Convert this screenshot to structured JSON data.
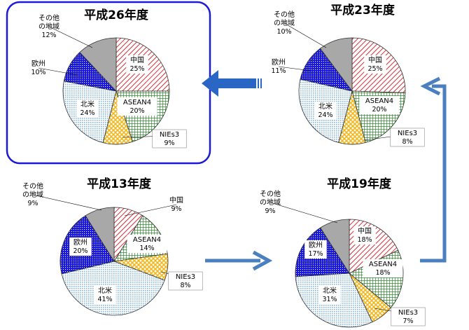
{
  "colors": {
    "china": "#d9303a",
    "asean4": "#2e8b2e",
    "nies3": "#f0b820",
    "namerica": "#8ab8e0",
    "europe": "#1a1ad8",
    "others": "#a8a8a8",
    "highlight_frame": "#1a1ad8",
    "arrow": "#4a7fc0"
  },
  "chart_data": [
    {
      "type": "pie",
      "title": "平成26年度",
      "slices": [
        {
          "label": "中国",
          "value": 25,
          "pct": "25%"
        },
        {
          "label": "ASEAN4",
          "value": 20,
          "pct": "20%"
        },
        {
          "label": "NIEs3",
          "value": 9,
          "pct": "9%"
        },
        {
          "label": "北米",
          "value": 24,
          "pct": "24%"
        },
        {
          "label": "欧州",
          "value": 10,
          "pct": "10%"
        },
        {
          "label": "その他の地域",
          "value": 12,
          "pct": "12%"
        }
      ]
    },
    {
      "type": "pie",
      "title": "平成23年度",
      "slices": [
        {
          "label": "中国",
          "value": 25,
          "pct": "25%"
        },
        {
          "label": "ASEAN4",
          "value": 20,
          "pct": "20%"
        },
        {
          "label": "NIEs3",
          "value": 8,
          "pct": "8%"
        },
        {
          "label": "北米",
          "value": 24,
          "pct": "24%"
        },
        {
          "label": "欧州",
          "value": 11,
          "pct": "11%"
        },
        {
          "label": "その他の地域",
          "value": 10,
          "pct": "10%"
        }
      ]
    },
    {
      "type": "pie",
      "title": "平成13年度",
      "slices": [
        {
          "label": "中国",
          "value": 9,
          "pct": "9%"
        },
        {
          "label": "ASEAN4",
          "value": 14,
          "pct": "14%"
        },
        {
          "label": "NIEs3",
          "value": 8,
          "pct": "8%"
        },
        {
          "label": "北米",
          "value": 41,
          "pct": "41%"
        },
        {
          "label": "欧州",
          "value": 20,
          "pct": "20%"
        },
        {
          "label": "その他の地域",
          "value": 9,
          "pct": "9%"
        }
      ]
    },
    {
      "type": "pie",
      "title": "平成19年度",
      "slices": [
        {
          "label": "中国",
          "value": 18,
          "pct": "18%"
        },
        {
          "label": "ASEAN4",
          "value": 18,
          "pct": "18%"
        },
        {
          "label": "NIEs3",
          "value": 7,
          "pct": "7%"
        },
        {
          "label": "北米",
          "value": 31,
          "pct": "31%"
        },
        {
          "label": "欧州",
          "value": 17,
          "pct": "17%"
        },
        {
          "label": "その他の地域",
          "value": 9,
          "pct": "9%"
        }
      ]
    }
  ]
}
